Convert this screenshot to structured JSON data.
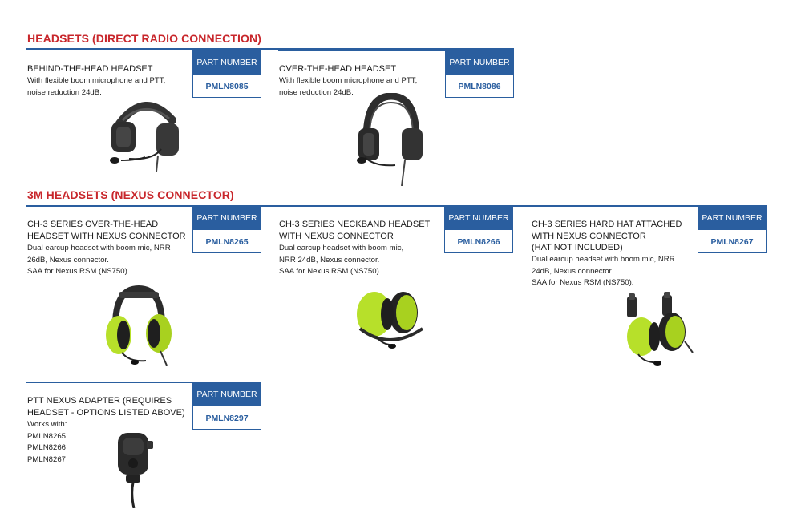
{
  "sections": [
    {
      "title": "HEADSETS (DIRECT RADIO CONNECTION)"
    },
    {
      "title": "3M HEADSETS (NEXUS CONNECTOR)"
    }
  ],
  "part_number_label": "PART NUMBER",
  "products": [
    {
      "title_lines": [
        "BEHIND-THE-HEAD HEADSET"
      ],
      "desc_lines": [
        "With flexible boom microphone and PTT,",
        "noise reduction 24dB."
      ],
      "part_number": "PMLN8085",
      "icon": "behind-the-head-headset-photo"
    },
    {
      "title_lines": [
        "OVER-THE-HEAD HEADSET"
      ],
      "desc_lines": [
        "With flexible boom microphone and PTT,",
        "noise reduction 24dB."
      ],
      "part_number": "PMLN8086",
      "icon": "over-the-head-headset-photo"
    },
    {
      "title_lines": [
        "CH-3 SERIES OVER-THE-HEAD",
        "HEADSET WITH NEXUS CONNECTOR"
      ],
      "desc_lines": [
        "Dual earcup headset with boom mic, NRR",
        "26dB, Nexus connector.",
        "SAA for Nexus RSM (NS750)."
      ],
      "part_number": "PMLN8265",
      "icon": "green-over-head-headset-photo"
    },
    {
      "title_lines": [
        "CH-3 SERIES NECKBAND HEADSET",
        "WITH NEXUS CONNECTOR"
      ],
      "desc_lines": [
        "Dual earcup headset with boom mic,",
        "NRR 24dB, Nexus connector.",
        "SAA for Nexus RSM (NS750)."
      ],
      "part_number": "PMLN8266",
      "icon": "green-neckband-headset-photo"
    },
    {
      "title_lines": [
        "CH-3 SERIES HARD HAT ATTACHED",
        "WITH  NEXUS CONNECTOR",
        "(HAT NOT INCLUDED)"
      ],
      "desc_lines": [
        "Dual earcup headset with boom mic, NRR",
        "24dB, Nexus connector.",
        "SAA for Nexus RSM (NS750)."
      ],
      "part_number": "PMLN8267",
      "icon": "green-hard-hat-headset-photo"
    },
    {
      "title_lines": [
        "PTT NEXUS ADAPTER (REQUIRES",
        "HEADSET - OPTIONS LISTED ABOVE)"
      ],
      "desc_lines": [
        "Works with:",
        "PMLN8265",
        "PMLN8266",
        "PMLN8267"
      ],
      "part_number": "PMLN8297",
      "icon": "ptt-nexus-adapter-photo"
    }
  ],
  "colors": {
    "accent_red": "#c8262b",
    "brand_blue": "#2a5e9f",
    "headset_green": "#b7e02a",
    "headset_black": "#2b2b2b"
  }
}
